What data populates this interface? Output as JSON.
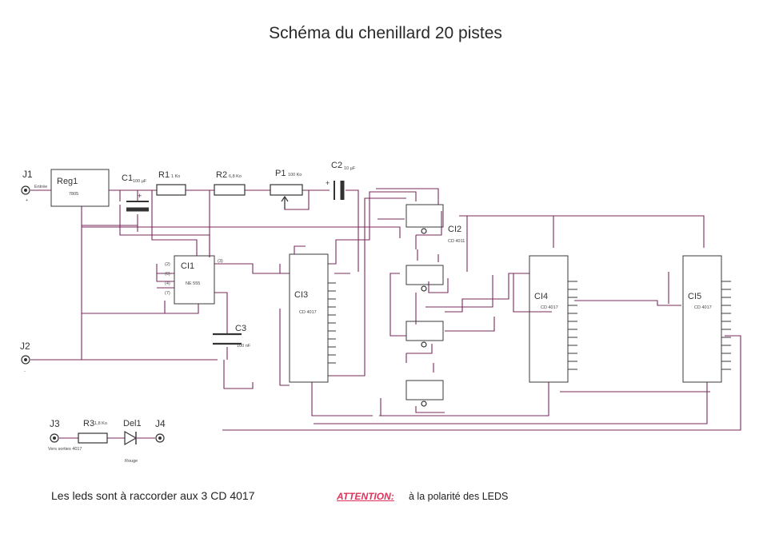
{
  "title": "Schéma du chenillard 20 pistes",
  "connectors": {
    "j1": "J1",
    "j2": "J2",
    "j3": "J3",
    "j4": "J4"
  },
  "components": {
    "reg1": {
      "name": "Reg1",
      "value": "7805"
    },
    "c1": {
      "name": "C1",
      "value": "100 µF"
    },
    "r1": {
      "name": "R1",
      "value": "1 Ko"
    },
    "r2": {
      "name": "R2",
      "value": "6,8 Ko"
    },
    "p1": {
      "name": "P1",
      "value": "100 Ko"
    },
    "c2": {
      "name": "C2",
      "value": "10 µF"
    },
    "ci1": {
      "name": "CI1",
      "value": "NE 555"
    },
    "ci2": {
      "name": "CI2",
      "value": "CD 4011"
    },
    "ci3": {
      "name": "CI3",
      "value": "CD 4017"
    },
    "ci4": {
      "name": "CI4",
      "value": "CD 4017"
    },
    "ci5": {
      "name": "CI5",
      "value": "CD 4017"
    },
    "c3": {
      "name": "C3",
      "value": "100 nF"
    },
    "r3": {
      "name": "R3",
      "value": "1,8 Ko"
    },
    "del1": {
      "name": "Del1",
      "value": "Rouge"
    }
  },
  "led_note": "Vers sorties 4017",
  "footer": {
    "note": "Les leds sont à raccorder aux 3  CD 4017",
    "attention": "ATTENTION:",
    "polarity": "à la polarité des LEDS"
  }
}
